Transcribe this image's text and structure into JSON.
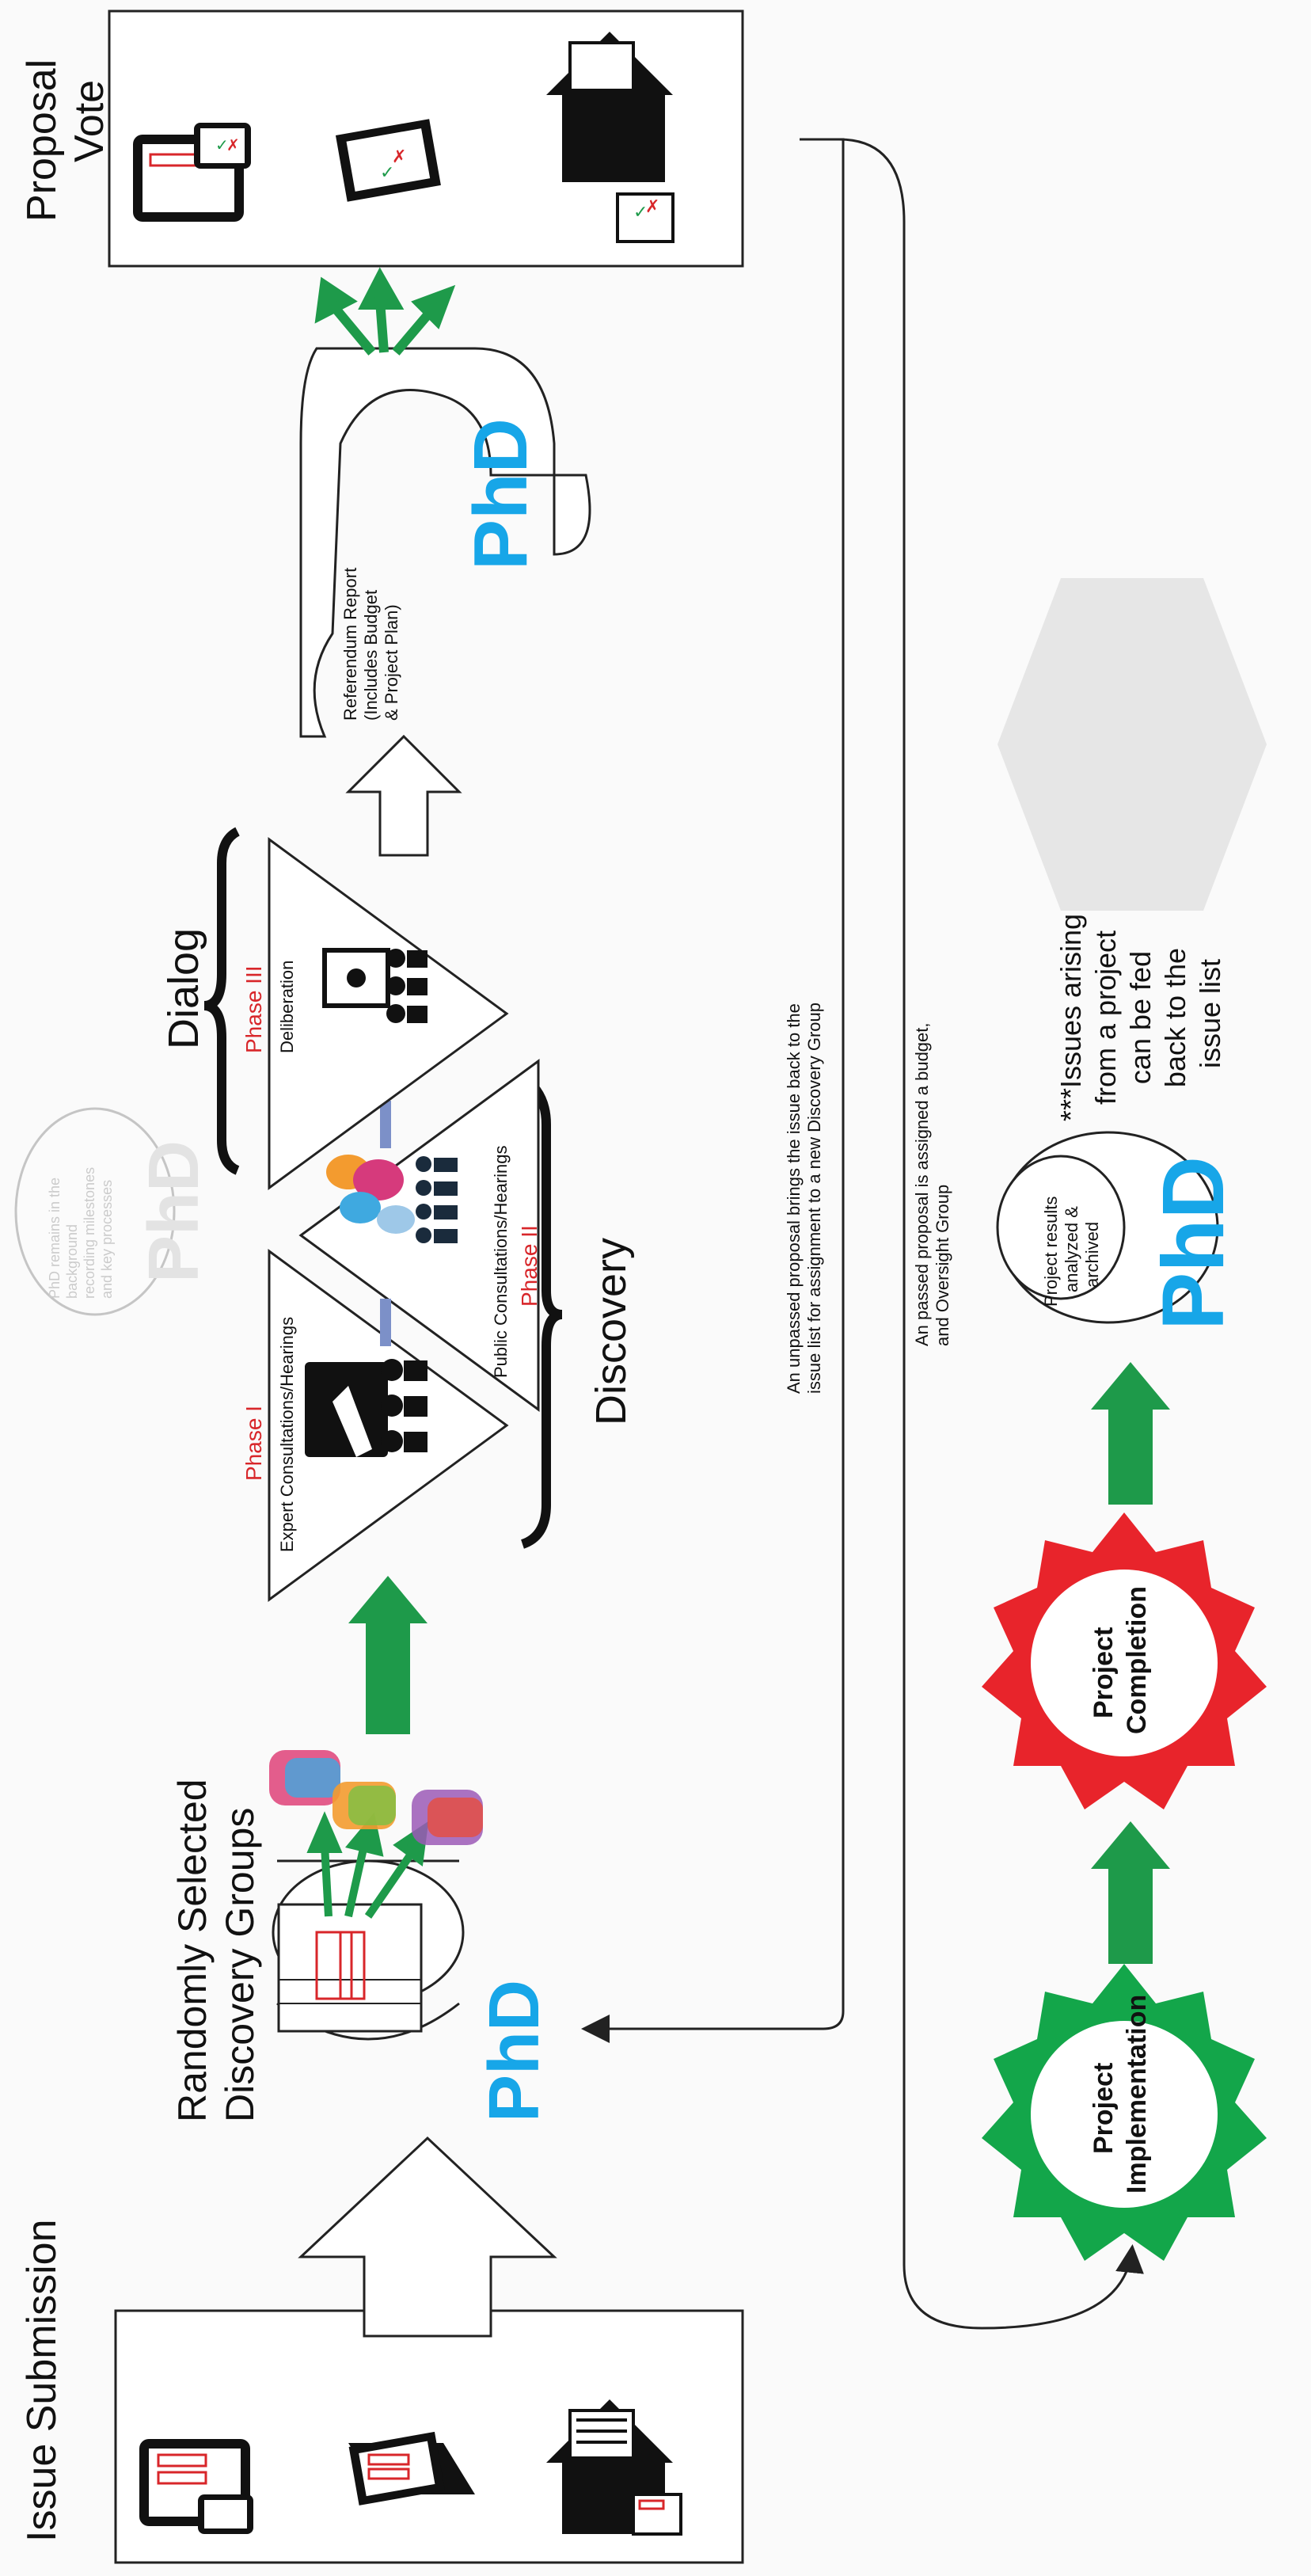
{
  "stages": {
    "issue_submission": "Issue Submission",
    "discovery_groups": [
      "Randomly Selected",
      "Discovery Groups"
    ],
    "dialog": "Dialog",
    "discovery": "Discovery",
    "proposal_vote": [
      "Proposal",
      "Vote"
    ]
  },
  "phases": {
    "phase1": {
      "label": "Phase I",
      "caption": "Expert Consultations/Hearings"
    },
    "phase2": {
      "label": "Phase II",
      "caption": "Public Consultations/Hearings"
    },
    "phase3": {
      "label": "Phase III",
      "caption": "Deliberation"
    }
  },
  "phd": {
    "logo": "PhD",
    "background_note": [
      "PhD remains in the",
      "background",
      "recording milestones",
      "and key processes"
    ]
  },
  "report": [
    "Referendum Report",
    "(Includes Budget",
    "& Project Plan)"
  ],
  "flow_notes": {
    "unpassed": [
      "An unpassed proposal brings the issue back to the",
      "issue list for assignment to a new Discovery Group"
    ],
    "passed": [
      "An passed proposal is assigned a budget,",
      "and Oversight Group"
    ]
  },
  "project": {
    "implementation": [
      "Project",
      "Implementation"
    ],
    "completion": [
      "Project",
      "Completion"
    ],
    "archive": [
      "Project results",
      "analyzed &",
      "archived"
    ]
  },
  "feedback_note": [
    "***Issues arising",
    "from a project",
    "can be fed",
    "back to the",
    "issue list"
  ],
  "colors": {
    "phd_blue": "#17a6e8",
    "arrow_green": "#1e9a4a",
    "phase_red": "#d8262a",
    "implementation_green": "#13a64a",
    "completion_red": "#e8242b",
    "hexagon_gray": "#e6e6e6"
  }
}
